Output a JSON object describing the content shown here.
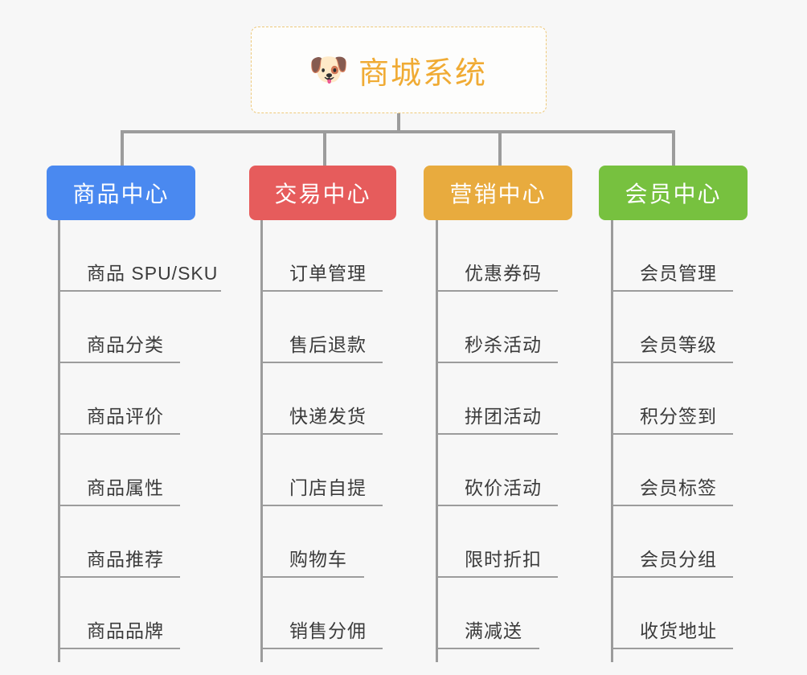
{
  "page": {
    "background_color": "#f7f7f7",
    "connector_color": "#9c9c9c",
    "item_text_color": "#3b3b3b"
  },
  "root": {
    "icon": "dog-face-emoji",
    "icon_glyph": "🐶",
    "title": "商城系统",
    "title_color": "#f0ab34",
    "border_color": "#eec97a"
  },
  "categories": [
    {
      "label": "商品中心",
      "color": "#4a89f0",
      "items": [
        {
          "label": "商品 SPU/SKU"
        },
        {
          "label": "商品分类"
        },
        {
          "label": "商品评价"
        },
        {
          "label": "商品属性"
        },
        {
          "label": "商品推荐"
        },
        {
          "label": "商品品牌"
        }
      ]
    },
    {
      "label": "交易中心",
      "color": "#e65c5c",
      "items": [
        {
          "label": "订单管理"
        },
        {
          "label": "售后退款"
        },
        {
          "label": "快递发货"
        },
        {
          "label": "门店自提"
        },
        {
          "label": "购物车"
        },
        {
          "label": "销售分佣"
        }
      ]
    },
    {
      "label": "营销中心",
      "color": "#e8ab3e",
      "items": [
        {
          "label": "优惠券码"
        },
        {
          "label": "秒杀活动"
        },
        {
          "label": "拼团活动"
        },
        {
          "label": "砍价活动"
        },
        {
          "label": "限时折扣"
        },
        {
          "label": "满减送"
        }
      ]
    },
    {
      "label": "会员中心",
      "color": "#77c13f",
      "items": [
        {
          "label": "会员管理"
        },
        {
          "label": "会员等级"
        },
        {
          "label": "积分签到"
        },
        {
          "label": "会员标签"
        },
        {
          "label": "会员分组"
        },
        {
          "label": "收货地址"
        }
      ]
    }
  ]
}
